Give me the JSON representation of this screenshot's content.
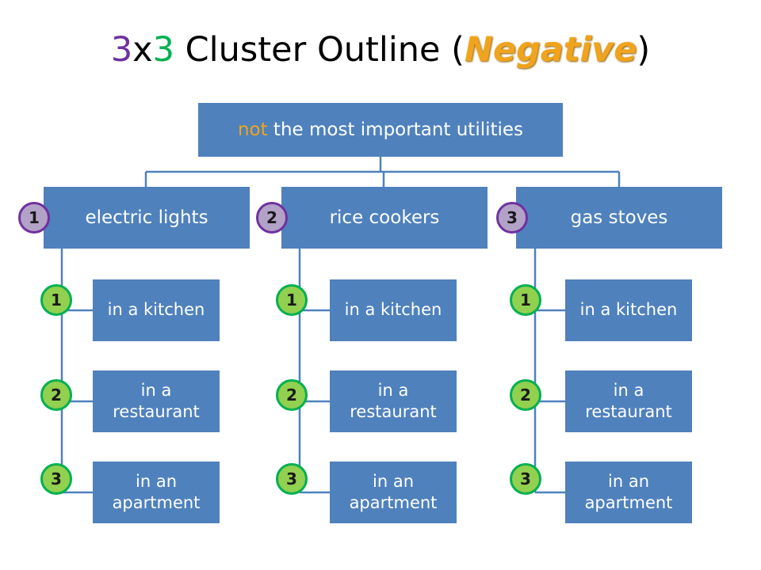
{
  "title": {
    "p1": "3",
    "p2": "x",
    "p3": "3",
    "p4": " Cluster Outline (",
    "p5": "Negative",
    "p6": ")"
  },
  "colors": {
    "purple": "#7030a0",
    "green": "#00b050",
    "orange": "#f0a31c",
    "box": "#4f81bd",
    "connector": "#4f81bd"
  },
  "root": {
    "not": "not",
    "rest": " the most important utilities"
  },
  "branches": [
    {
      "badge": "1",
      "label": "electric lights",
      "leaves": [
        {
          "badge": "1",
          "label": "in a kitchen"
        },
        {
          "badge": "2",
          "label": "in a restaurant"
        },
        {
          "badge": "3",
          "label": "in an apartment"
        }
      ]
    },
    {
      "badge": "2",
      "label": "rice cookers",
      "leaves": [
        {
          "badge": "1",
          "label": "in a kitchen"
        },
        {
          "badge": "2",
          "label": "in a restaurant"
        },
        {
          "badge": "3",
          "label": "in an apartment"
        }
      ]
    },
    {
      "badge": "3",
      "label": "gas stoves",
      "leaves": [
        {
          "badge": "1",
          "label": "in a kitchen"
        },
        {
          "badge": "2",
          "label": "in a restaurant"
        },
        {
          "badge": "3",
          "label": "in an apartment"
        }
      ]
    }
  ]
}
